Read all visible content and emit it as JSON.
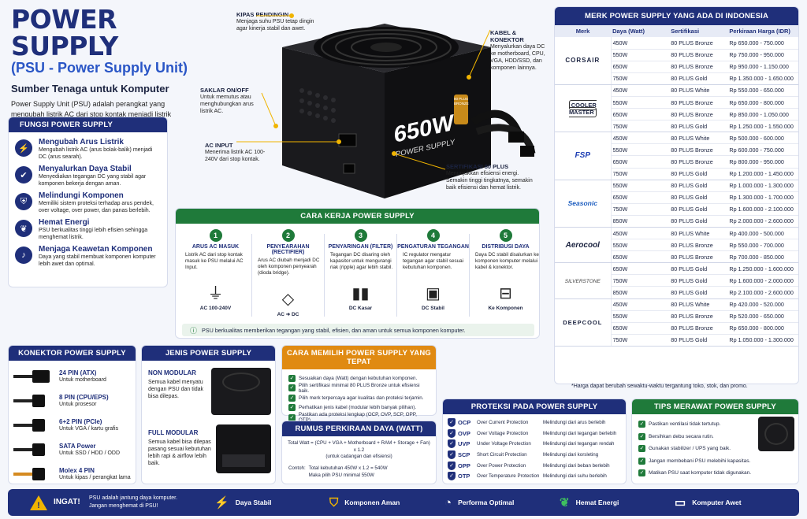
{
  "header": {
    "title": "POWER SUPPLY",
    "subtitle": "(PSU - Power Supply Unit)",
    "tagline": "Sumber Tenaga untuk Komputer",
    "description": "Power Supply Unit (PSU) adalah perangkat yang mengubah listrik AC dari stop kontak menjadi listrik DC yang stabil untuk menghidupkan dan memberi daya pada semua komponen komputer."
  },
  "fungsi": {
    "title": "FUNGSI POWER SUPPLY",
    "items": [
      {
        "icon": "lightning-icon",
        "title": "Mengubah Arus Listrik",
        "desc": "Mengubah listrik AC (arus bolak-balik) menjadi DC (arus searah)."
      },
      {
        "icon": "shield-check-icon",
        "title": "Menyalurkan Daya Stabil",
        "desc": "Menyediakan tegangan DC yang stabil agar komponen bekerja dengan aman."
      },
      {
        "icon": "plug-protect-icon",
        "title": "Melindungi Komponen",
        "desc": "Memiliki sistem proteksi terhadap arus pendek, over voltage, over power, dan panas berlebih."
      },
      {
        "icon": "leaf-icon",
        "title": "Hemat Energi",
        "desc": "PSU berkualitas tinggi lebih efisien sehingga menghemat listrik."
      },
      {
        "icon": "speaker-icon",
        "title": "Menjaga Keawetan Komponen",
        "desc": "Daya yang stabil membuat komponen komputer lebih awet dan optimal."
      }
    ]
  },
  "callouts": {
    "fan": {
      "title": "KIPAS PENDINGIN",
      "desc": "Menjaga suhu PSU tetap dingin agar kinerja stabil dan awet."
    },
    "cable": {
      "title": "KABEL & KONEKTOR",
      "desc": "Menyalurkan daya DC ke motherboard, CPU, VGA, HDD/SSD, dan komponen lainnya."
    },
    "switch": {
      "title": "SAKLAR ON/OFF",
      "desc": "Untuk memutus atau menghubungkan arus listrik AC."
    },
    "acinput": {
      "title": "AC INPUT",
      "desc": "Menerima listrik AC 100-240V dari stop kontak."
    },
    "cert": {
      "title": "SERTIFIKASI 80 PLUS",
      "desc": "Menunjukkan efisiensi energi. Semakin tinggi tingkatnya, semakin baik efisiensi dan hemat listrik."
    }
  },
  "psu_label": {
    "watt": "650W",
    "name": "POWER SUPPLY",
    "badge": "80 PLUS BRONZE"
  },
  "brands": {
    "title": "MERK POWER SUPPLY YANG ADA DI INDONESIA",
    "headers": [
      "Merk",
      "Daya (Watt)",
      "Sertifikasi",
      "Perkiraan Harga (IDR)"
    ],
    "groups": [
      {
        "name": "CORSAIR",
        "rows": [
          [
            "450W",
            "80 PLUS Bronze",
            "Rp 650.000 - 750.000"
          ],
          [
            "550W",
            "80 PLUS Bronze",
            "Rp 750.000 - 950.000"
          ],
          [
            "650W",
            "80 PLUS Bronze",
            "Rp 950.000 - 1.150.000"
          ],
          [
            "750W",
            "80 PLUS Gold",
            "Rp 1.350.000 - 1.650.000"
          ]
        ]
      },
      {
        "name": "COOLER MASTER",
        "rows": [
          [
            "450W",
            "80 PLUS White",
            "Rp 550.000 - 650.000"
          ],
          [
            "550W",
            "80 PLUS Bronze",
            "Rp 650.000 - 800.000"
          ],
          [
            "650W",
            "80 PLUS Bronze",
            "Rp 850.000 - 1.050.000"
          ],
          [
            "750W",
            "80 PLUS Gold",
            "Rp 1.250.000 - 1.550.000"
          ]
        ]
      },
      {
        "name": "FSP",
        "rows": [
          [
            "450W",
            "80 PLUS White",
            "Rp 500.000 - 600.000"
          ],
          [
            "550W",
            "80 PLUS Bronze",
            "Rp 600.000 - 750.000"
          ],
          [
            "650W",
            "80 PLUS Bronze",
            "Rp 800.000 - 950.000"
          ],
          [
            "750W",
            "80 PLUS Gold",
            "Rp 1.200.000 - 1.450.000"
          ]
        ]
      },
      {
        "name": "Seasonic",
        "rows": [
          [
            "550W",
            "80 PLUS Gold",
            "Rp 1.000.000 - 1.300.000"
          ],
          [
            "650W",
            "80 PLUS Gold",
            "Rp 1.300.000 - 1.700.000"
          ],
          [
            "750W",
            "80 PLUS Gold",
            "Rp 1.600.000 - 2.100.000"
          ],
          [
            "850W",
            "80 PLUS Gold",
            "Rp 2.000.000 - 2.600.000"
          ]
        ]
      },
      {
        "name": "Aerocool",
        "rows": [
          [
            "450W",
            "80 PLUS White",
            "Rp 400.000 - 500.000"
          ],
          [
            "550W",
            "80 PLUS Bronze",
            "Rp 550.000 - 700.000"
          ],
          [
            "650W",
            "80 PLUS Bronze",
            "Rp 700.000 - 850.000"
          ]
        ]
      },
      {
        "name": "SILVERSTONE",
        "rows": [
          [
            "650W",
            "80 PLUS Gold",
            "Rp 1.250.000 - 1.600.000"
          ],
          [
            "750W",
            "80 PLUS Gold",
            "Rp 1.600.000 - 2.000.000"
          ],
          [
            "850W",
            "80 PLUS Gold",
            "Rp 2.100.000 - 2.600.000"
          ]
        ]
      },
      {
        "name": "DEEPCOOL",
        "rows": [
          [
            "450W",
            "80 PLUS White",
            "Rp 420.000 - 520.000"
          ],
          [
            "550W",
            "80 PLUS Bronze",
            "Rp 520.000 - 650.000"
          ],
          [
            "650W",
            "80 PLUS Bronze",
            "Rp 650.000 - 800.000"
          ],
          [
            "750W",
            "80 PLUS Gold",
            "Rp 1.050.000 - 1.300.000"
          ]
        ]
      }
    ],
    "note": "*Harga dapat berubah sewaktu-waktu tergantung toko, stok, dan promo."
  },
  "cara_kerja": {
    "title": "CARA KERJA POWER SUPPLY",
    "steps": [
      {
        "num": "1",
        "title": "ARUS AC MASUK",
        "desc": "Listrik AC dari stop kontak masuk ke PSU melalui AC Input.",
        "label": "AC 100-240V"
      },
      {
        "num": "2",
        "title": "PENYEARAHAN (RECTIFIER)",
        "desc": "Arus AC diubah menjadi DC oleh komponen penyearah (dioda bridge).",
        "label": "AC ➜ DC"
      },
      {
        "num": "3",
        "title": "PENYARINGAN (FILTER)",
        "desc": "Tegangan DC disaring oleh kapasitor untuk mengurangi riak (ripple) agar lebih stabil.",
        "label": "DC Kasar"
      },
      {
        "num": "4",
        "title": "PENGATURAN TEGANGAN",
        "desc": "IC regulator mengatur tegangan agar stabil sesuai kebutuhan komponen.",
        "label": "DC Stabil"
      },
      {
        "num": "5",
        "title": "DISTRIBUSI DAYA",
        "desc": "Daya DC stabil disalurkan ke komponen komputer melalui kabel & konektor.",
        "label": "Ke Komponen"
      }
    ],
    "note": "PSU berkualitas memberikan tegangan yang stabil, efisien, dan aman untuk semua komponen komputer."
  },
  "konektor": {
    "title": "KONEKTOR POWER SUPPLY",
    "items": [
      {
        "name": "24 PIN (ATX)",
        "desc": "Untuk motherboard"
      },
      {
        "name": "8 PIN (CPU/EPS)",
        "desc": "Untuk prosesor"
      },
      {
        "name": "6+2 PIN (PCIe)",
        "desc": "Untuk VGA / kartu grafis"
      },
      {
        "name": "SATA Power",
        "desc": "Untuk SSD / HDD / ODD"
      },
      {
        "name": "Molex 4 PIN",
        "desc": "Untuk kipas / perangkat lama"
      }
    ]
  },
  "jenis": {
    "title": "JENIS POWER SUPPLY",
    "items": [
      {
        "name": "NON MODULAR",
        "desc": "Semua kabel menyatu dengan PSU dan tidak bisa dilepas."
      },
      {
        "name": "FULL MODULAR",
        "desc": "Semua kabel bisa dilepas pasang sesuai kebutuhan lebih rapi & airflow lebih baik."
      }
    ]
  },
  "cara_pilih": {
    "title": "CARA MEMILIH POWER SUPPLY YANG TEPAT",
    "items": [
      "Sesuaikan daya (Watt) dengan kebutuhan komponen.",
      "Pilih sertifikasi minimal 80 PLUS Bronze untuk efisiensi baik.",
      "Pilih merk terpercaya agar kualitas dan proteksi terjamin.",
      "Perhatikan jenis kabel (modular lebih banyak pilihan).",
      "Pastikan ada proteksi lengkap (OCP, OVP, SCP, OPP, OTP)."
    ]
  },
  "rumus": {
    "title": "RUMUS PERKIRAAN DAYA (WATT)",
    "formula": "Total Watt = (CPU + VGA + Motherboard + RAM + Storage + Fan) x 1.2",
    "formula_note": "(untuk cadangan dan efisiensi)",
    "example_label": "Contoh:",
    "example": "Total kebutuhan 450W x 1.2 = 540W",
    "example2": "Maka pilih PSU minimal 550W"
  },
  "proteksi": {
    "title": "PROTEKSI PADA POWER SUPPLY",
    "rows": [
      [
        "OCP",
        "Over Current Protection",
        "Melindungi dari arus berlebih"
      ],
      [
        "OVP",
        "Over Voltage Protection",
        "Melindungi dari tegangan berlebih"
      ],
      [
        "UVP",
        "Under Voltage Protection",
        "Melindungi dari tegangan rendah"
      ],
      [
        "SCP",
        "Short Circuit Protection",
        "Melindungi dari korsleting"
      ],
      [
        "OPP",
        "Over Power Protection",
        "Melindungi dari beban berlebih"
      ],
      [
        "OTP",
        "Over Temperature Protection",
        "Melindungi dari suhu berlebih"
      ]
    ]
  },
  "tips": {
    "title": "TIPS MERAWAT POWER SUPPLY",
    "items": [
      "Pastikan ventilasi tidak tertutup.",
      "Bersihkan debu secara rutin.",
      "Gunakan stabilizer / UPS yang baik.",
      "Jangan membebani PSU melebihi kapasitas.",
      "Matikan PSU saat komputer tidak digunakan."
    ]
  },
  "footer": {
    "warning_title": "INGAT!",
    "warning_text": "PSU adalah jantung daya komputer. Jangan menghemat di PSU!",
    "items": [
      {
        "icon": "lightning-icon",
        "label": "Daya Stabil"
      },
      {
        "icon": "shield-icon",
        "label": "Komponen Aman"
      },
      {
        "icon": "gauge-icon",
        "label": "Performa Optimal"
      },
      {
        "icon": "leaf-icon",
        "label": "Hemat Energi"
      },
      {
        "icon": "monitor-icon",
        "label": "Komputer Awet"
      }
    ]
  },
  "colors": {
    "navy": "#1f2f7a",
    "green": "#1f7a3a",
    "orange": "#e08a12",
    "gold": "#f0b400"
  }
}
